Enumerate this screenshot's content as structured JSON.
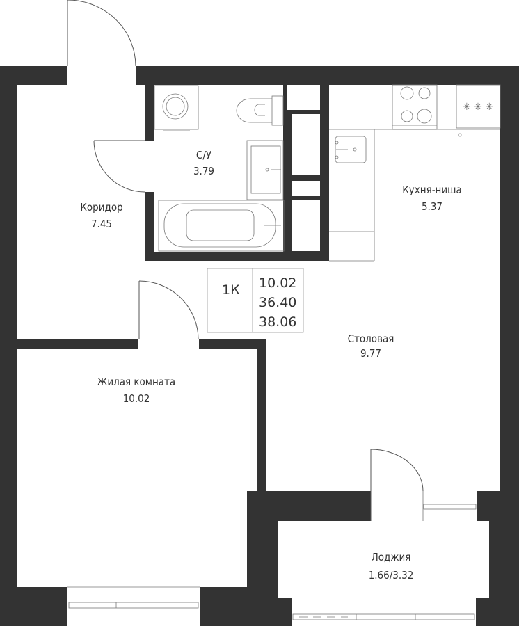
{
  "plan": {
    "rooms": {
      "corridor": {
        "name": "Коридор",
        "area": "7.45"
      },
      "bathroom": {
        "name": "С/У",
        "area": "3.79"
      },
      "kitchen": {
        "name": "Кухня-ниша",
        "area": "5.37"
      },
      "dining": {
        "name": "Столовая",
        "area": "9.77"
      },
      "living": {
        "name": "Жилая комната",
        "area": "10.02"
      },
      "loggia": {
        "name": "Лоджия",
        "area": "1.66/3.32"
      }
    },
    "summary": {
      "type": "1К",
      "living_area": "10.02",
      "total_area": "36.40",
      "total_with_loggia": "38.06"
    },
    "colors": {
      "wall": "#333333",
      "line": "#555555"
    }
  }
}
